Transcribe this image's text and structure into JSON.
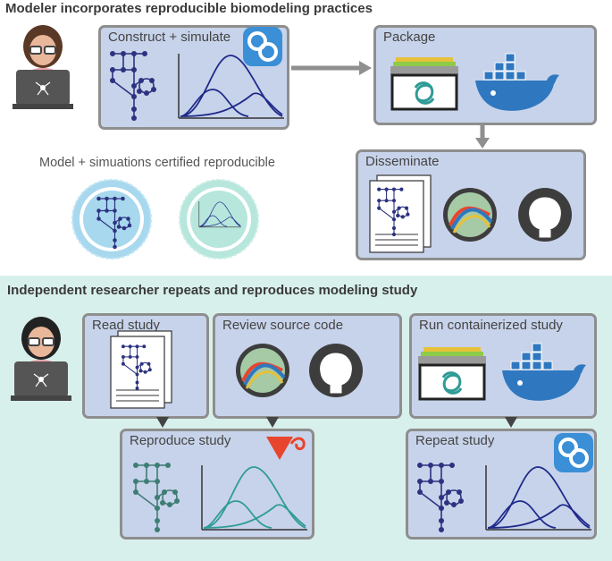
{
  "top": {
    "heading": "Modeler incorporates reproducible biomodeling practices",
    "construct_label": "Construct + simulate",
    "package_label": "Package",
    "disseminate_label": "Disseminate",
    "certified_label": "Model + simuations certified reproducible"
  },
  "bottom": {
    "heading": "Independent researcher repeats and reproduces modeling study",
    "read_label": "Read study",
    "review_label": "Review source code",
    "run_label": "Run containerized study",
    "reproduce_label": "Reproduce study",
    "repeat_label": "Repeat study"
  },
  "colors": {
    "box_fill": "#c7d3ea",
    "box_border": "#8e8e8e",
    "bottom_band": "#d8f0ec",
    "network_blue": "#2c3280",
    "network_teal": "#3e7d74",
    "curve_blue": "#1f2a8a",
    "curve_teal": "#2f9b96",
    "docker": "#2f78c0",
    "sbml_logo": "#3a8fd6",
    "reproduce_logo": "#e8452e",
    "arrow": "#8f8f8f"
  },
  "icons": [
    "person-icon",
    "laptop-icon",
    "network-graph-icon",
    "curves-plot-icon",
    "sbml-logo-icon",
    "archive-box-icon",
    "docker-whale-icon",
    "document-icon",
    "jupyter-logo-icon",
    "github-logo-icon",
    "badge-seal-icon",
    "reproduce-logo-icon"
  ]
}
